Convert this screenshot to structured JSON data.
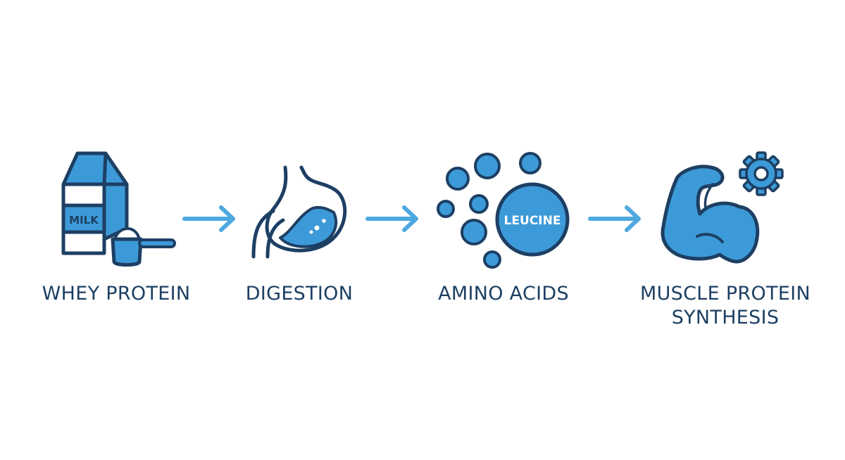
{
  "colors": {
    "outline": "#1d3f63",
    "fill": "#3d9ad8",
    "arrow": "#4ea8e0",
    "light_fill": "#ffffff"
  },
  "steps": [
    {
      "id": "whey",
      "icon": "milk-carton-and-scoop-icon",
      "carton_text": "MILK",
      "label_lines": [
        "WHEY PROTEIN"
      ]
    },
    {
      "id": "digestion",
      "icon": "stomach-icon",
      "label_lines": [
        "DIGESTION"
      ]
    },
    {
      "id": "amino",
      "icon": "amino-acid-molecules-icon",
      "highlight_text": "LEUCINE",
      "label_lines": [
        "AMINO ACIDS"
      ]
    },
    {
      "id": "mps",
      "icon": "flexed-muscle-with-gear-icon",
      "label_lines": [
        "MUSCLE PROTEIN",
        "SYNTHESIS"
      ]
    }
  ],
  "arrows": [
    {
      "from": "whey",
      "to": "digestion"
    },
    {
      "from": "digestion",
      "to": "amino"
    },
    {
      "from": "amino",
      "to": "mps"
    }
  ]
}
